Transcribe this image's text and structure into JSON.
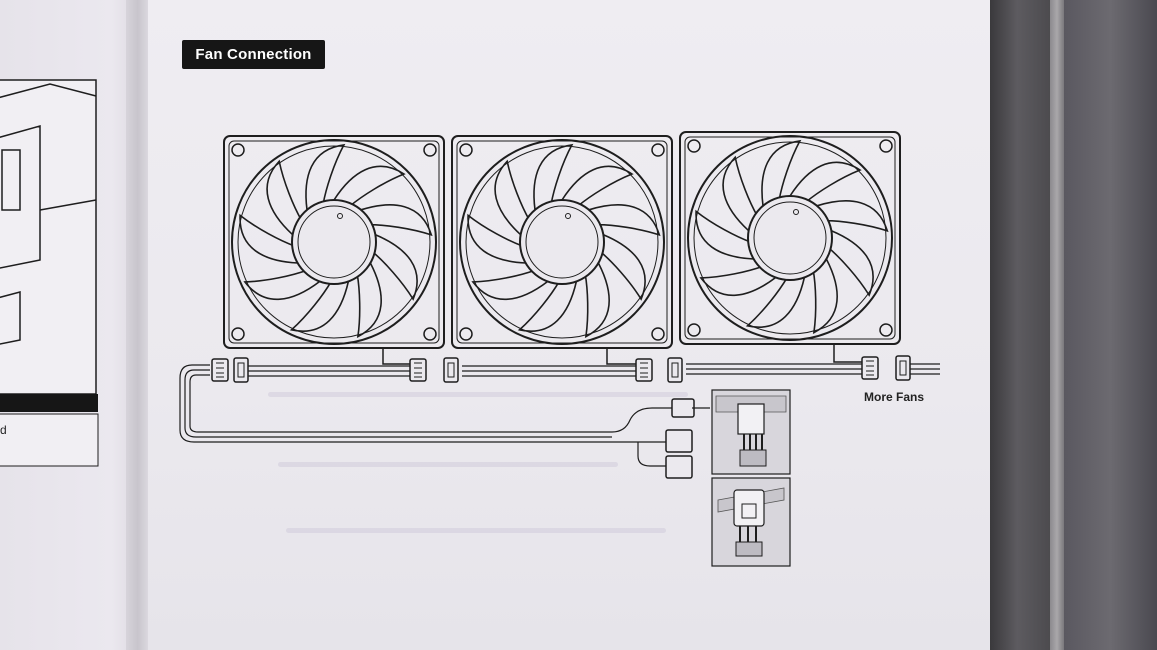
{
  "document": {
    "section_label": "Fan Connection",
    "more_fans_label": "More Fans",
    "left_page_fragment": "d"
  },
  "diagram": {
    "fans": [
      {
        "id": "fan-1"
      },
      {
        "id": "fan-2"
      },
      {
        "id": "fan-3"
      }
    ]
  },
  "colors": {
    "ink": "#1e1e1e",
    "paper": "#ebe9ee",
    "tag_background": "#161616",
    "tag_text": "#ffffff"
  }
}
